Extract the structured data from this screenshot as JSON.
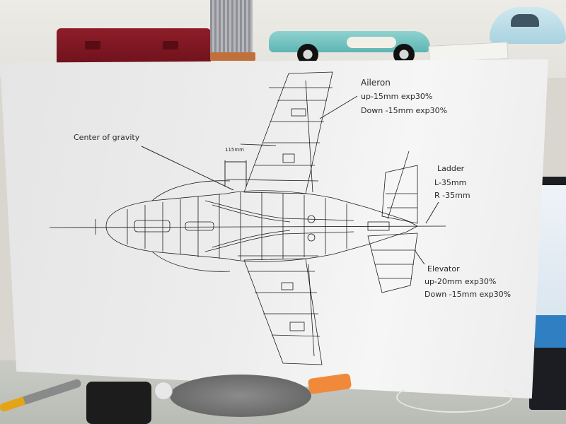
{
  "annotations": {
    "aileron_title": "Aileron",
    "aileron_up": "up-15mm  exp30%",
    "aileron_down": "Down -15mm exp30%",
    "cg_title": "Center of gravity",
    "cg_distance": "115mm",
    "ladder_title": "Ladder",
    "ladder_left": "L-35mm",
    "ladder_right": "R -35mm",
    "elevator_title": "Elevator",
    "elevator_up": "up-20mm exp30%",
    "elevator_down": "Down -15mm exp30%"
  },
  "colors": {
    "paper": "#eeeeee",
    "ink": "#2a2a2a",
    "toolbox": "#7d1822",
    "car": "#6fc3c1"
  }
}
